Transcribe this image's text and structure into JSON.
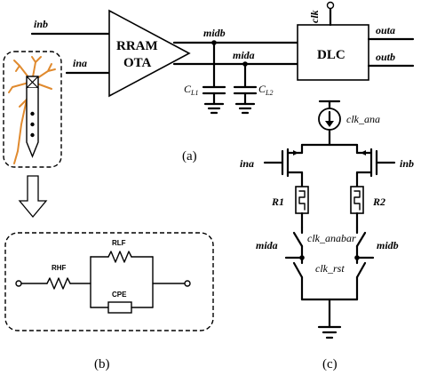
{
  "panel_a": {
    "caption": "(a)",
    "input_b": "inb",
    "input_a": "ina",
    "ota_line1": "RRAM",
    "ota_line2": "OTA",
    "net_midb": "midb",
    "net_mida": "mida",
    "cap1_main": "C",
    "cap1_sub": "L1",
    "cap2_main": "C",
    "cap2_sub": "L2",
    "dlc_label": "DLC",
    "clk_label": "clk",
    "out_a": "outa",
    "out_b": "outb"
  },
  "panel_b": {
    "caption": "(b)",
    "rhf": "RHF",
    "rlf": "RLF",
    "cpe": "CPE"
  },
  "panel_c": {
    "caption": "(c)",
    "clk_ana": "clk_ana",
    "ina": "ina",
    "inb": "inb",
    "r1": "R1",
    "r2": "R2",
    "clk_anabar": "clk_anabar",
    "mida": "mida",
    "midb": "midb",
    "clk_rst": "clk_rst"
  }
}
